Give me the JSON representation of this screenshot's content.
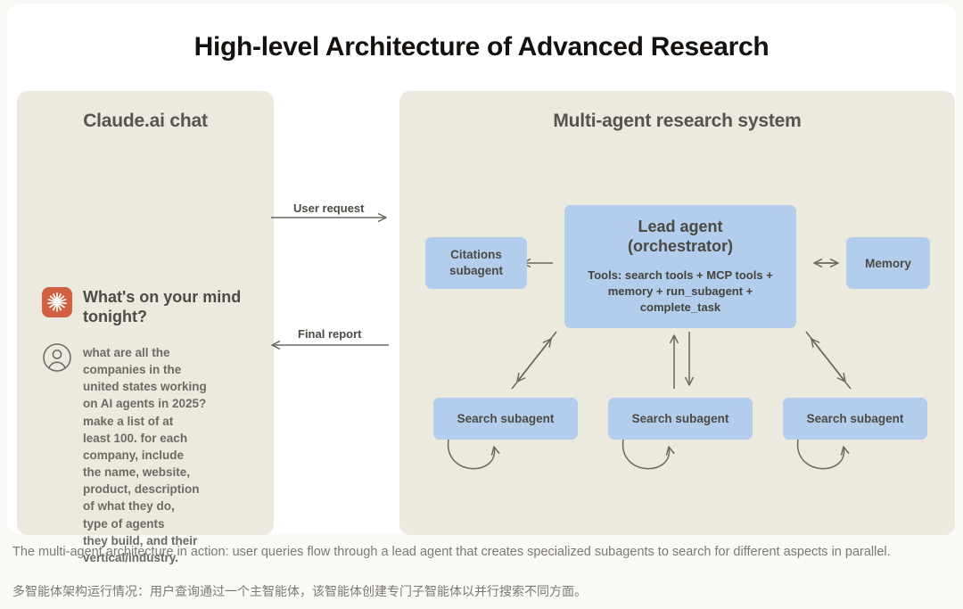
{
  "diagram": {
    "title": "High-level Architecture of Advanced Research"
  },
  "left_panel": {
    "heading": "Claude.ai chat",
    "assistant": {
      "icon": "claude-starburst-icon",
      "greeting": "What's on your\nmind tonight?"
    },
    "user": {
      "icon": "user-avatar-icon",
      "query": "what are all the\ncompanies in the\nunited states working\non AI agents in 2025?\nmake a list of at\nleast 100. for each\ncompany, include\nthe name, website,\nproduct, description\nof what they do,\ntype of agents\nthey build, and their\nvertical/industry."
    }
  },
  "flow": {
    "user_request_label": "User request",
    "final_report_label": "Final report"
  },
  "right_panel": {
    "heading": "Multi-agent research system",
    "lead_agent": {
      "title": "Lead agent\n(orchestrator)",
      "tools": "Tools: search tools + MCP tools + memory + run_subagent + complete_task"
    },
    "citations_subagent": {
      "label": "Citations\nsubagent"
    },
    "memory": {
      "label": "Memory"
    },
    "search_subagents": [
      {
        "label": "Search subagent"
      },
      {
        "label": "Search subagent"
      },
      {
        "label": "Search subagent"
      }
    ]
  },
  "captions": {
    "english": "The multi-agent architecture in action: user queries flow through a lead agent that creates specialized subagents to search for different aspects in parallel.",
    "chinese": "多智能体架构运行情况：用户查询通过一个主智能体，该智能体创建专门子智能体以并行搜索不同方面。"
  },
  "colors": {
    "page_background": "#faf9f5",
    "card_background": "#ffffff",
    "panel_background": "#eceade",
    "node_blue": "#b3cdec",
    "arrow_gray": "#6a685f",
    "claude_orange": "#d0603f",
    "title_black": "#14110f",
    "caption_gray": "#7b7a72"
  }
}
